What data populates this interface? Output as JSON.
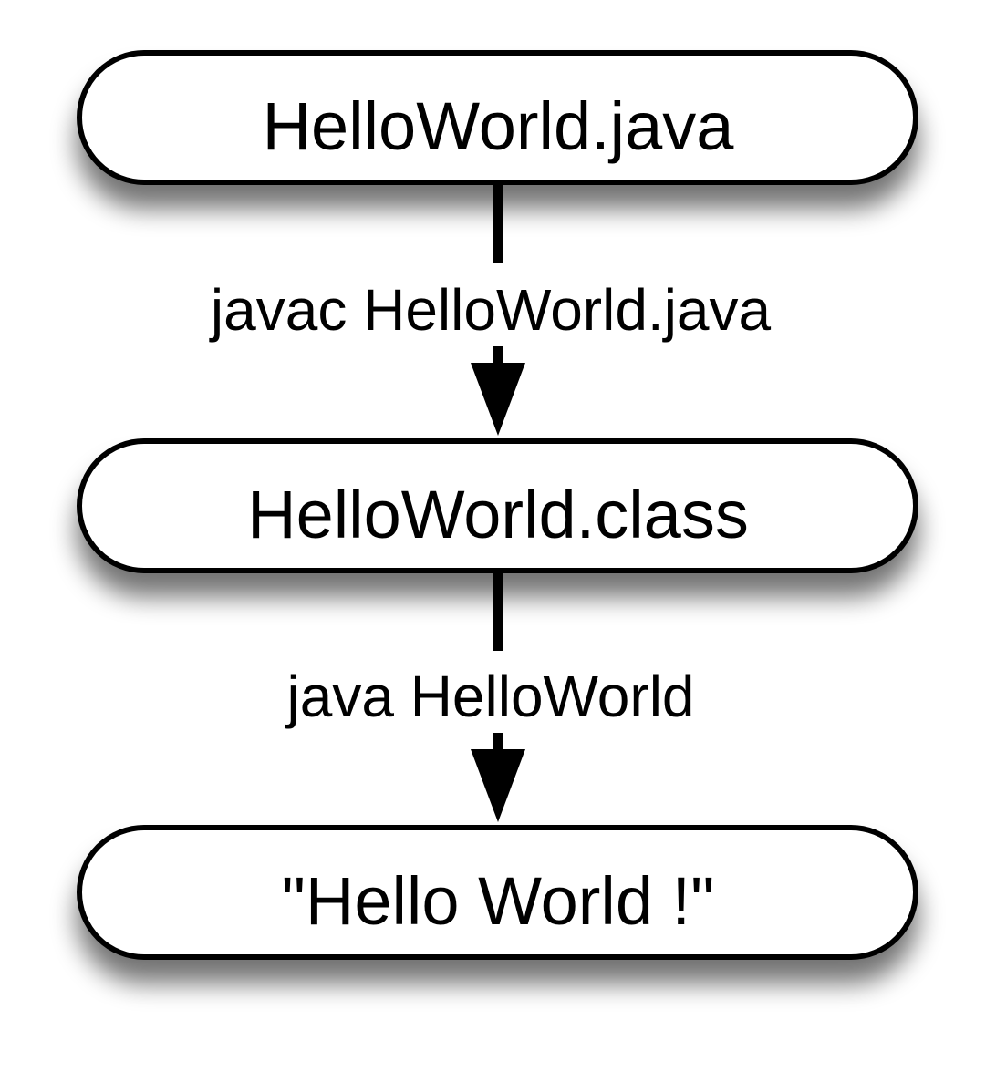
{
  "nodes": [
    {
      "label": "HelloWorld.java"
    },
    {
      "label": "HelloWorld.class"
    },
    {
      "label": "\"Hello World !\""
    }
  ],
  "edges": [
    {
      "label": "javac HelloWorld.java"
    },
    {
      "label": "java HelloWorld"
    }
  ],
  "colors": {
    "stroke": "#000000",
    "fill": "#ffffff",
    "shadow": "#000000"
  }
}
